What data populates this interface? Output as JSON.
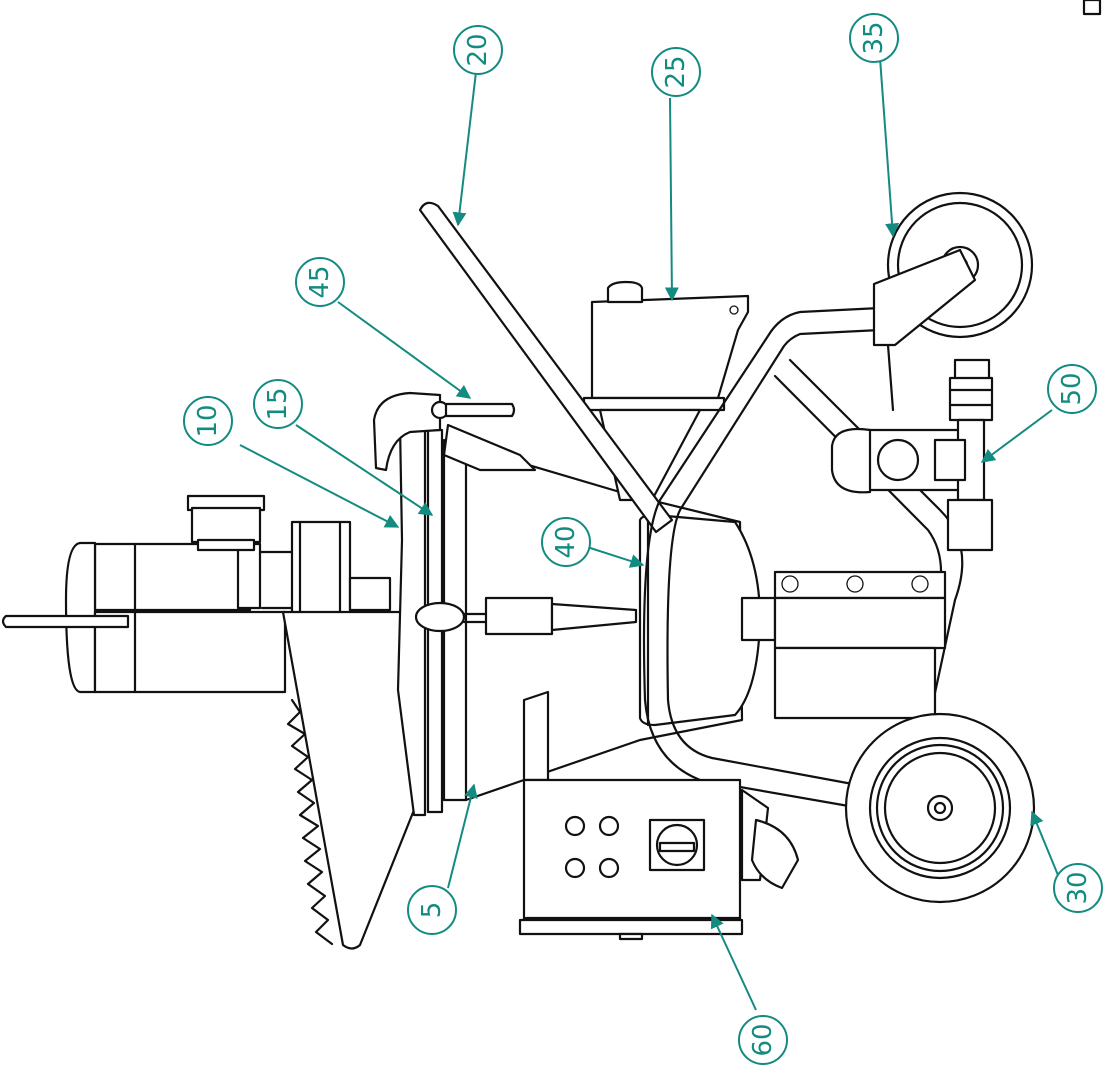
{
  "callouts": [
    {
      "id": "5",
      "label": "5"
    },
    {
      "id": "10",
      "label": "10"
    },
    {
      "id": "15",
      "label": "15"
    },
    {
      "id": "20",
      "label": "20"
    },
    {
      "id": "25",
      "label": "25"
    },
    {
      "id": "30",
      "label": "30"
    },
    {
      "id": "35",
      "label": "35"
    },
    {
      "id": "40",
      "label": "40"
    },
    {
      "id": "45",
      "label": "45"
    },
    {
      "id": "50",
      "label": "50"
    },
    {
      "id": "60",
      "label": "60"
    }
  ],
  "colors": {
    "line": "#111111",
    "callout": "#138b80",
    "background": "#ffffff"
  }
}
